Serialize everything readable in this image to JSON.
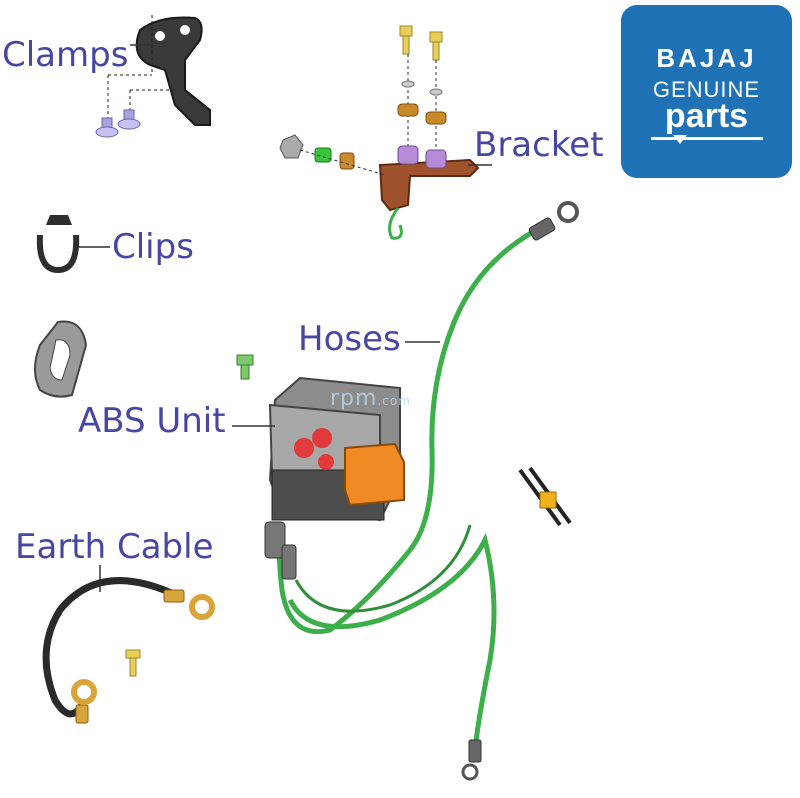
{
  "labels": {
    "clamps": "Clamps",
    "bracket": "Bracket",
    "clips": "Clips",
    "hoses": "Hoses",
    "abs_unit": "ABS Unit",
    "earth_cable": "Earth Cable"
  },
  "logo": {
    "brand": "BAJAJ",
    "line2": "GENUINE",
    "line3": "parts"
  },
  "watermark": {
    "main": "rpm",
    "suffix": ".com"
  },
  "colors": {
    "label_text": "#4747a3",
    "logo_bg": "#1f72b5",
    "hose_green": "#3cae4a",
    "abs_gray": "#8c8c8c",
    "abs_red": "#e23a3a",
    "connector_orange": "#f08a24",
    "bracket_brown": "#a0522d",
    "washer_purple": "#b58ad6",
    "bolt_yellow": "#e8cf5a",
    "cable_black": "#2a2a2a",
    "ring_gold": "#d9a43a"
  }
}
